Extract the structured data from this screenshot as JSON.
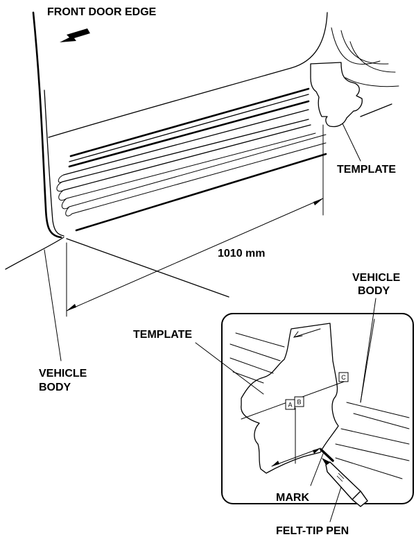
{
  "labels": {
    "front_door_edge": "FRONT DOOR EDGE",
    "template_top": "TEMPLATE",
    "dimension": "1010 mm",
    "vehicle_body_right_line1": "VEHICLE",
    "vehicle_body_right_line2": "BODY",
    "template_inset": "TEMPLATE",
    "vehicle_body_left_line1": "VEHICLE",
    "vehicle_body_left_line2": "BODY",
    "mark": "MARK",
    "felt_tip_pen": "FELT-TIP PEN"
  },
  "inset_boxes": {
    "a": "A",
    "b": "B",
    "c": "C"
  }
}
